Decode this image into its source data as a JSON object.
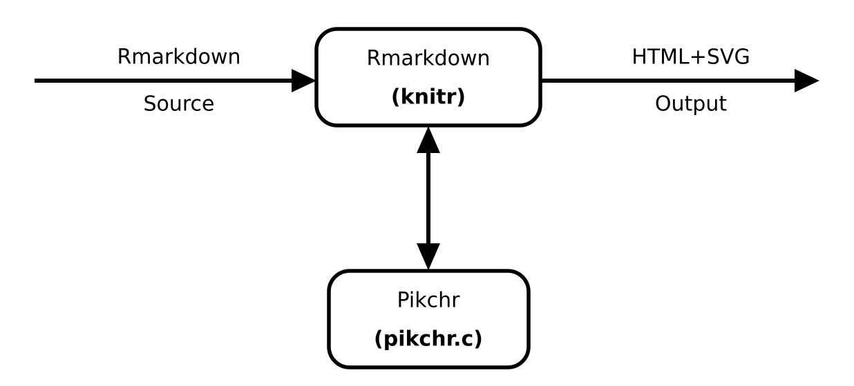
{
  "diagram": {
    "title": "Rmarkdown knitr pikchr pipeline",
    "colors": {
      "stroke": "#000000",
      "fill": "#ffffff",
      "background": "#ffffff",
      "text": "#000000"
    },
    "nodes": [
      {
        "id": "knitr-box",
        "line1": "Rmarkdown",
        "line2": "(knitr)",
        "shape": "rounded-rectangle"
      },
      {
        "id": "pikchr-box",
        "line1": "Pikchr",
        "line2": "(pikchr.c)",
        "shape": "rounded-rectangle"
      }
    ],
    "edges": [
      {
        "id": "input-arrow",
        "label_above": "Rmarkdown",
        "label_below": "Source",
        "direction": "right",
        "arrowheads": "end"
      },
      {
        "id": "output-arrow",
        "label_above": "HTML+SVG",
        "label_below": "Output",
        "direction": "right",
        "arrowheads": "end"
      },
      {
        "id": "knitr-pikchr-link",
        "label_above": "",
        "label_below": "",
        "direction": "vertical",
        "arrowheads": "both"
      }
    ]
  }
}
